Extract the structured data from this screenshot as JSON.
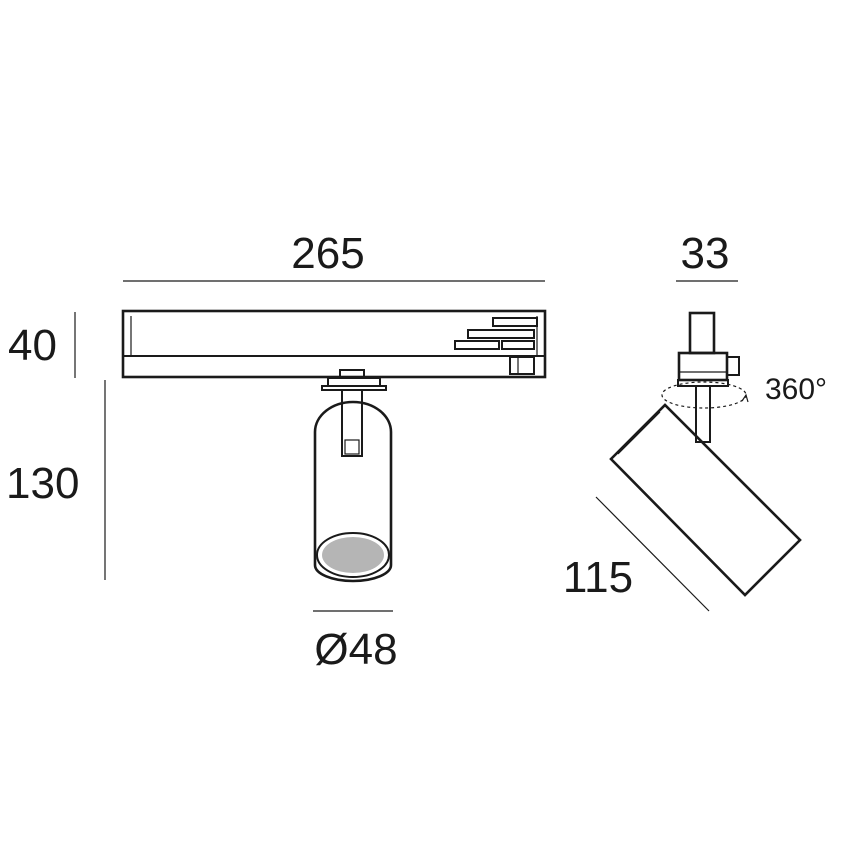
{
  "dimensions": {
    "track_length": "265",
    "adapter_height": "40",
    "fixture_height": "130",
    "diameter": "Ø48",
    "side_width": "33",
    "rotation": "360°",
    "body_length": "115"
  },
  "colors": {
    "ink": "#1a1a1a",
    "gray": "#b5b5b5",
    "background": "#ffffff"
  }
}
